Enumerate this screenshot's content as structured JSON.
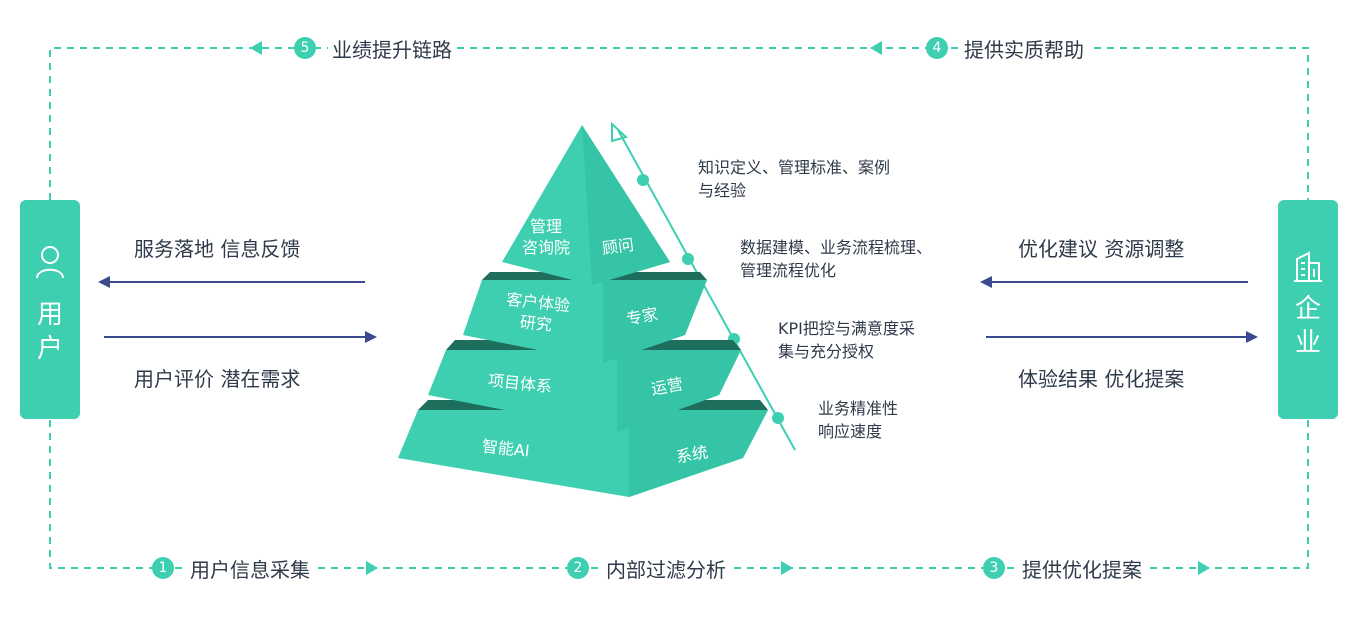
{
  "user_box": {
    "label_lines": [
      "用",
      "户"
    ],
    "icon": "user-icon"
  },
  "enterprise_box": {
    "label_lines": [
      "企",
      "业"
    ],
    "icon": "building-icon"
  },
  "steps": [
    {
      "num": "1",
      "label": "用户信息采集"
    },
    {
      "num": "2",
      "label": "内部过滤分析"
    },
    {
      "num": "3",
      "label": "提供优化提案"
    },
    {
      "num": "4",
      "label": "提供实质帮助"
    },
    {
      "num": "5",
      "label": "业绩提升链路"
    }
  ],
  "flows": {
    "user_in": "服务落地 信息反馈",
    "user_out": "用户评价 潜在需求",
    "enterprise_out": "优化建议 资源调整",
    "enterprise_in": "体验结果 优化提案"
  },
  "pyramid": {
    "levels": [
      {
        "left": "管理\n咨询院",
        "right": "顾问"
      },
      {
        "left": "客户体验\n研究",
        "right": "专家"
      },
      {
        "left": "项目体系",
        "right": "运营"
      },
      {
        "left": "智能AI",
        "right": "系统"
      }
    ]
  },
  "notes": [
    "知识定义、管理标准、案例\n与经验",
    "数据建模、业务流程梳理、\n管理流程优化",
    "KPI把控与满意度采\n集与充分授权",
    "业务精准性\n响应速度"
  ],
  "colors": {
    "accent": "#3dcfb0",
    "accent_dark": "#2bb896",
    "shadow": "#1d6e5d",
    "arrow": "#3b4a8f"
  }
}
